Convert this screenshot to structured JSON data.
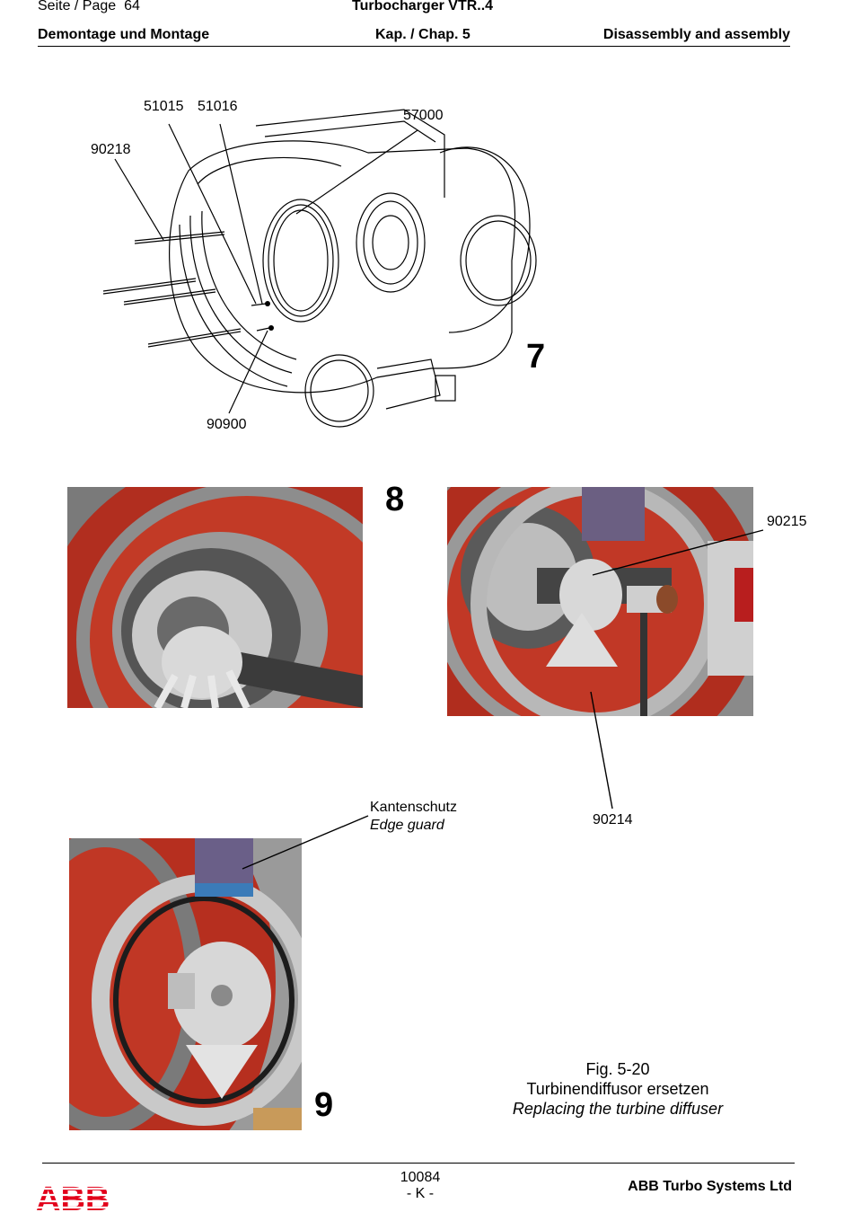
{
  "header": {
    "page_label": "Seite / Page",
    "page_number": "64",
    "title": "Turbocharger VTR..4",
    "section_de": "Demontage und Montage",
    "chapter": "Kap. / Chap. 5",
    "section_en": "Disassembly and assembly"
  },
  "drawing": {
    "step": "7",
    "labels": {
      "p51015": "51015",
      "p51016": "51016",
      "p57000": "57000",
      "p90218": "90218",
      "p90900": "90900"
    }
  },
  "photos": {
    "step8": "8",
    "step9": "9",
    "labels": {
      "p90215": "90215",
      "p90214": "90214",
      "edge_de": "Kantenschutz",
      "edge_en": "Edge guard"
    }
  },
  "caption": {
    "fig": "Fig. 5-20",
    "de": "Turbinendiffusor ersetzen",
    "en": "Replacing the turbine diffuser"
  },
  "footer": {
    "doc_number": "10084",
    "revision": "- K -",
    "company": "ABB Turbo Systems Ltd",
    "logo": "ABB"
  }
}
